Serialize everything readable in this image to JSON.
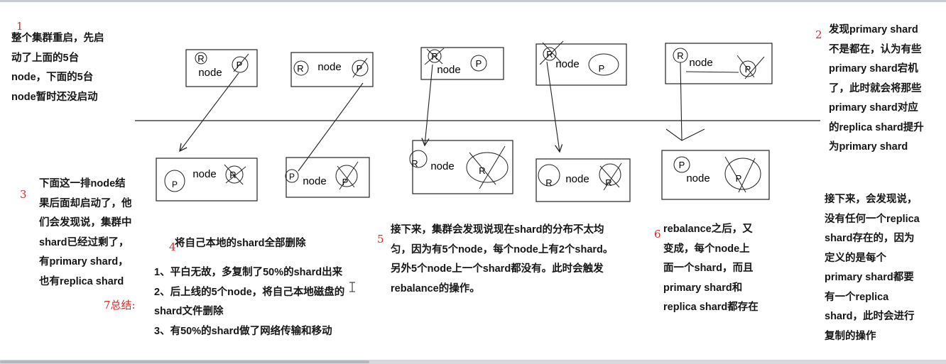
{
  "diagram": {
    "node_label": "node",
    "primary_label": "P",
    "replica_label": "R"
  },
  "notes": {
    "n1": {
      "number": "1",
      "lines": [
        "整个集群重启，先启",
        "动了上面的5台",
        "node，下面的5台",
        "node暂时还没启动"
      ]
    },
    "n2": {
      "number": "2",
      "lines": [
        "发现primary shard",
        "不是都在，认为有些",
        "primary shard宕机",
        "了，此时就会将那些",
        "primary shard对应",
        "的replica shard提升",
        "为primary shard"
      ]
    },
    "n3": {
      "number": "3",
      "lines": [
        "下面这一排node结",
        "果后面却启动了，他",
        "们会发现说，集群中",
        "shard已经过剩了，",
        "有primary shard，",
        "也有replica shard"
      ]
    },
    "n4": {
      "number": "4",
      "text": "将自己本地的shard全部删除"
    },
    "n5": {
      "number": "5",
      "lines": [
        "接下来，集群会发现说现在shard的分布不太均",
        "匀，因为有5个node，每个node上有2个shard。",
        "另外5个node上一个shard都没有。此时会触发",
        "rebalance的操作。"
      ]
    },
    "n6": {
      "number": "6",
      "lines": [
        "rebalance之后，又",
        "变成，每个node上",
        "面一个shard，而且",
        "primary shard和",
        "replica shard都存在"
      ]
    },
    "n7": {
      "number": "7总结:",
      "lines": [
        "1、平白无故，多复制了50%的shard出来",
        "2、后上线的5个node，将自己本地磁盘的",
        "shard文件删除",
        "3、有50%的shard做了网络传输和移动"
      ]
    },
    "n8": {
      "lines": [
        "接下来，会发现说，",
        "没有任何一个replica",
        "shard存在的，因为",
        "定义的是每个",
        "primary shard都要",
        "有一个replica",
        "shard，此时会进行",
        "复制的操作"
      ]
    }
  }
}
